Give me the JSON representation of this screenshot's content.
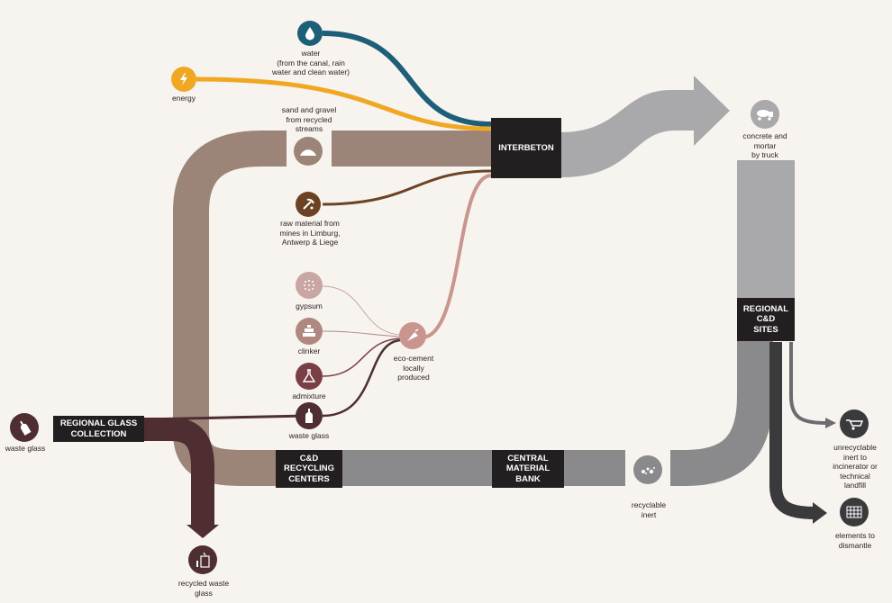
{
  "nodes": {
    "interbeton": "INTERBETON",
    "regional_cd_sites": "REGIONAL\nC&D\nSITES",
    "regional_glass_collection": "REGIONAL GLASS\nCOLLECTION",
    "cd_recycling_centers": "C&D\nRECYCLING\nCENTERS",
    "central_material_bank": "CENTRAL\nMATERIAL\nBANK"
  },
  "labels": {
    "water": "water\n(from the canal, rain\nwater and clean water)",
    "energy": "energy",
    "sand_gravel": "sand and gravel\nfrom recycled\nstreams",
    "raw_material": "raw material from\nmines in Limburg,\nAntwerp & Liege",
    "gypsum": "gypsum",
    "clinker": "clinker",
    "admixture": "admixture",
    "waste_glass_input": "waste glass",
    "eco_cement": "eco-cement\nlocally\nproduced",
    "concrete": "concrete and\nmortar\nby truck",
    "waste_glass_source": "waste glass",
    "recycled_waste_glass": "recycled waste\nglass",
    "recyclable_inert": "recyclable\ninert",
    "unrecyclable_inert": "unrecyclable\ninert to\nincinerator or\ntechnical\nlandfill",
    "elements_dismantle": "elements to\ndismantle"
  },
  "colors": {
    "water": "#1d5f78",
    "energy": "#f0a823",
    "sand_gravel": "#9c8578",
    "raw_material": "#6b4324",
    "gypsum": "#c9a6a4",
    "clinker": "#b08880",
    "admixture": "#7a3e46",
    "eco_cement": "#c9958f",
    "glass": "#4e2e31",
    "concrete": "#a9a9ab",
    "cd_flow": "#8a8a8c",
    "dark_flow": "#4a4a4c",
    "box": "#231f20"
  },
  "icons": {
    "water": "water-drop-icon",
    "energy": "lightning-bolt-icon",
    "sand_gravel": "sand-pile-icon",
    "raw_material": "mining-pickaxe-icon",
    "gypsum": "gypsum-dots-icon",
    "clinker": "clinker-bricks-icon",
    "admixture": "flask-icon",
    "waste_glass": "bottle-icon",
    "eco_cement": "trowel-icon",
    "concrete": "cement-truck-icon",
    "recycled_waste_glass": "glass-recycling-bin-icon",
    "recyclable_inert": "rubble-icon",
    "unrecyclable_inert": "wheelbarrow-icon",
    "elements_dismantle": "grid-panel-icon"
  }
}
